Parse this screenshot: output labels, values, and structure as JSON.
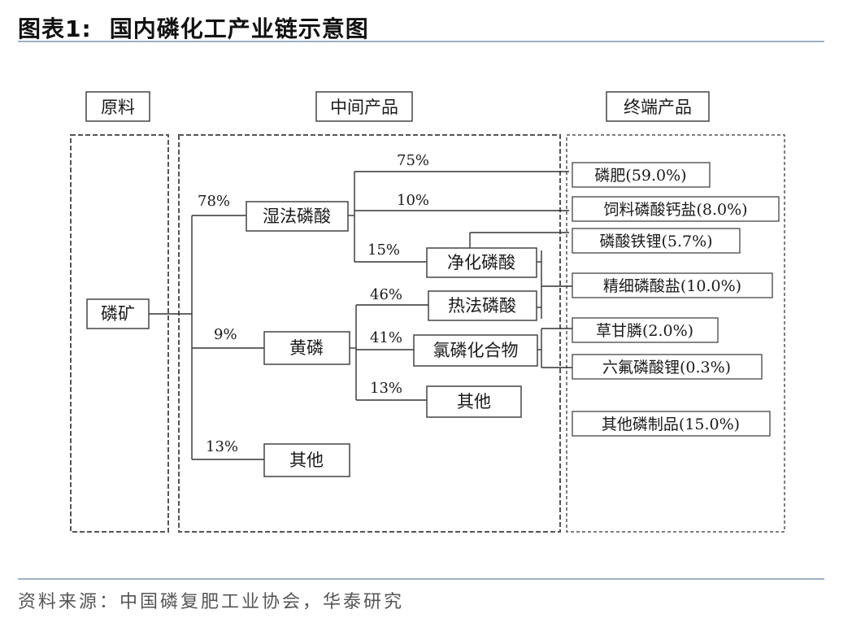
{
  "figure": {
    "label": "图表1:",
    "title": "国内磷化工产业链示意图"
  },
  "columns": {
    "raw": "原料",
    "intermediate": "中间产品",
    "terminal": "终端产品"
  },
  "raw_material": "磷矿",
  "first_level": {
    "wet_acid": {
      "label": "湿法磷酸",
      "pct": "78%"
    },
    "yellow_p": {
      "label": "黄磷",
      "pct": "9%"
    },
    "other": {
      "label": "其他",
      "pct": "13%"
    }
  },
  "wet_acid_split": {
    "a": "75%",
    "b": "10%",
    "c": "15%"
  },
  "purified_acid": "净化磷酸",
  "yellow_split": {
    "thermal": {
      "label": "热法磷酸",
      "pct": "46%"
    },
    "chloride": {
      "label": "氯磷化合物",
      "pct": "41%"
    },
    "other": {
      "label": "其他",
      "pct": "13%"
    }
  },
  "terminal_products": [
    "磷肥(59.0%)",
    "饲料磷酸钙盐(8.0%)",
    "磷酸铁锂(5.7%)",
    "精细磷酸盐(10.0%)",
    "草甘膦(2.0%)",
    "六氟磷酸锂(0.3%)",
    "其他磷制品(15.0%)"
  ],
  "source": "资料来源：中国磷复肥工业协会，华泰研究"
}
